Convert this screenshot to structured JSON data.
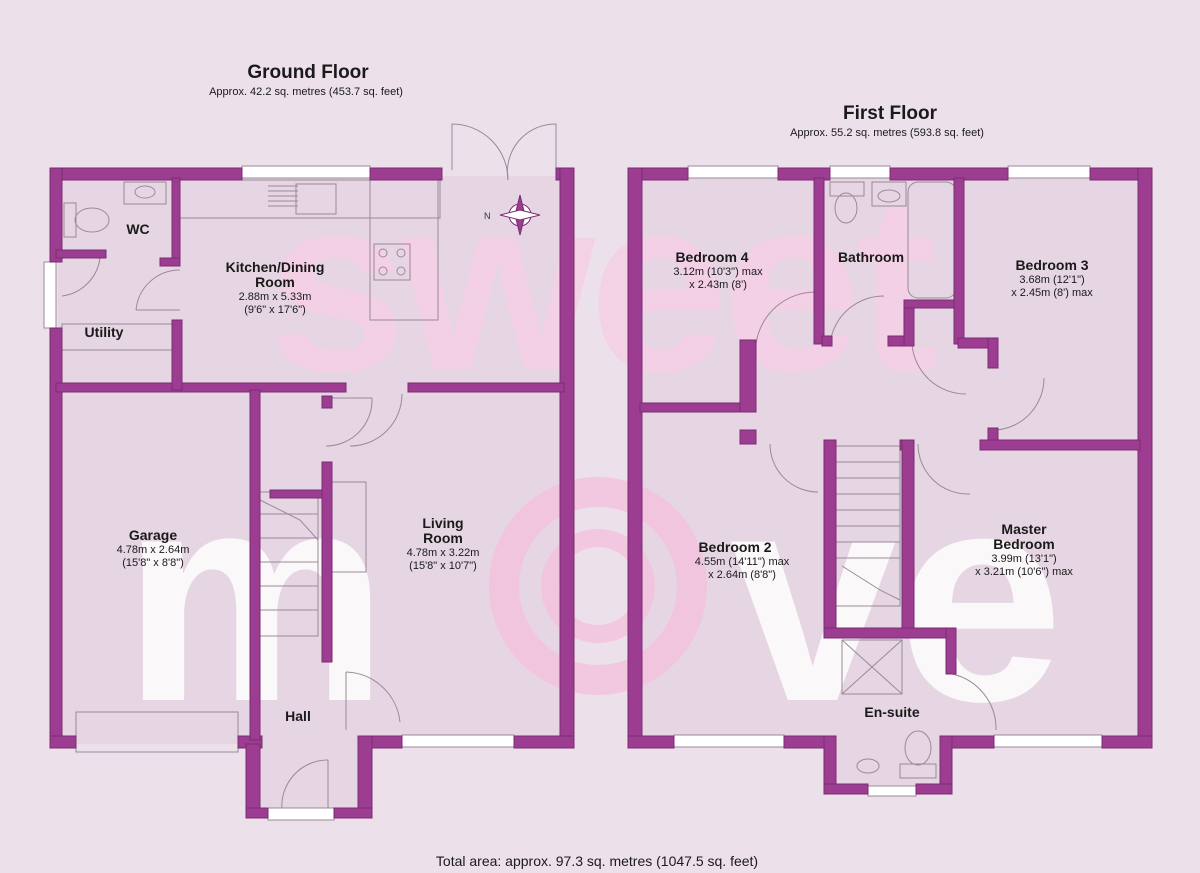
{
  "ground_floor": {
    "title": "Ground Floor",
    "area": "Approx. 42.2 sq. metres (453.7 sq. feet)",
    "rooms": {
      "wc": {
        "name": "WC"
      },
      "utility": {
        "name": "Utility"
      },
      "kitchen": {
        "name1": "Kitchen/Dining",
        "name2": "Room",
        "dim1": "2.88m x 5.33m",
        "dim2": "(9'6\" x 17'6\")"
      },
      "garage": {
        "name": "Garage",
        "dim1": "4.78m x 2.64m",
        "dim2": "(15'8\" x 8'8\")"
      },
      "living": {
        "name1": "Living",
        "name2": "Room",
        "dim1": "4.78m x 3.22m",
        "dim2": "(15'8\" x 10'7\")"
      },
      "hall": {
        "name": "Hall"
      }
    }
  },
  "first_floor": {
    "title": "First Floor",
    "area": "Approx. 55.2 sq. metres (593.8 sq. feet)",
    "rooms": {
      "bedroom4": {
        "name": "Bedroom 4",
        "dim1": "3.12m (10'3\") max",
        "dim2": "x 2.43m (8')"
      },
      "bathroom": {
        "name": "Bathroom"
      },
      "bedroom3": {
        "name": "Bedroom 3",
        "dim1": "3.68m (12'1\")",
        "dim2": "x 2.45m (8') max"
      },
      "bedroom2": {
        "name": "Bedroom 2",
        "dim1": "4.55m (14'11\") max",
        "dim2": "x 2.64m (8'8\")"
      },
      "master": {
        "name1": "Master",
        "name2": "Bedroom",
        "dim1": "3.99m (13'1\")",
        "dim2": "x 3.21m (10'6\") max"
      },
      "ensuite": {
        "name": "En-suite"
      }
    }
  },
  "total_area": "Total area: approx. 97.3 sq. metres (1047.5 sq. feet)",
  "icons": {
    "compass": "compass-rose-icon",
    "north": "N"
  },
  "watermark": {
    "word1": "sweet",
    "word2": "m",
    "word3": "ve"
  },
  "colors": {
    "background": "#ece0ea",
    "wall": "#9c3d92",
    "wall_dark": "#7a2c72",
    "floor": "#e8d9e5",
    "watermark_pink": "#f7cfe6",
    "watermark_white": "#ffffff"
  }
}
